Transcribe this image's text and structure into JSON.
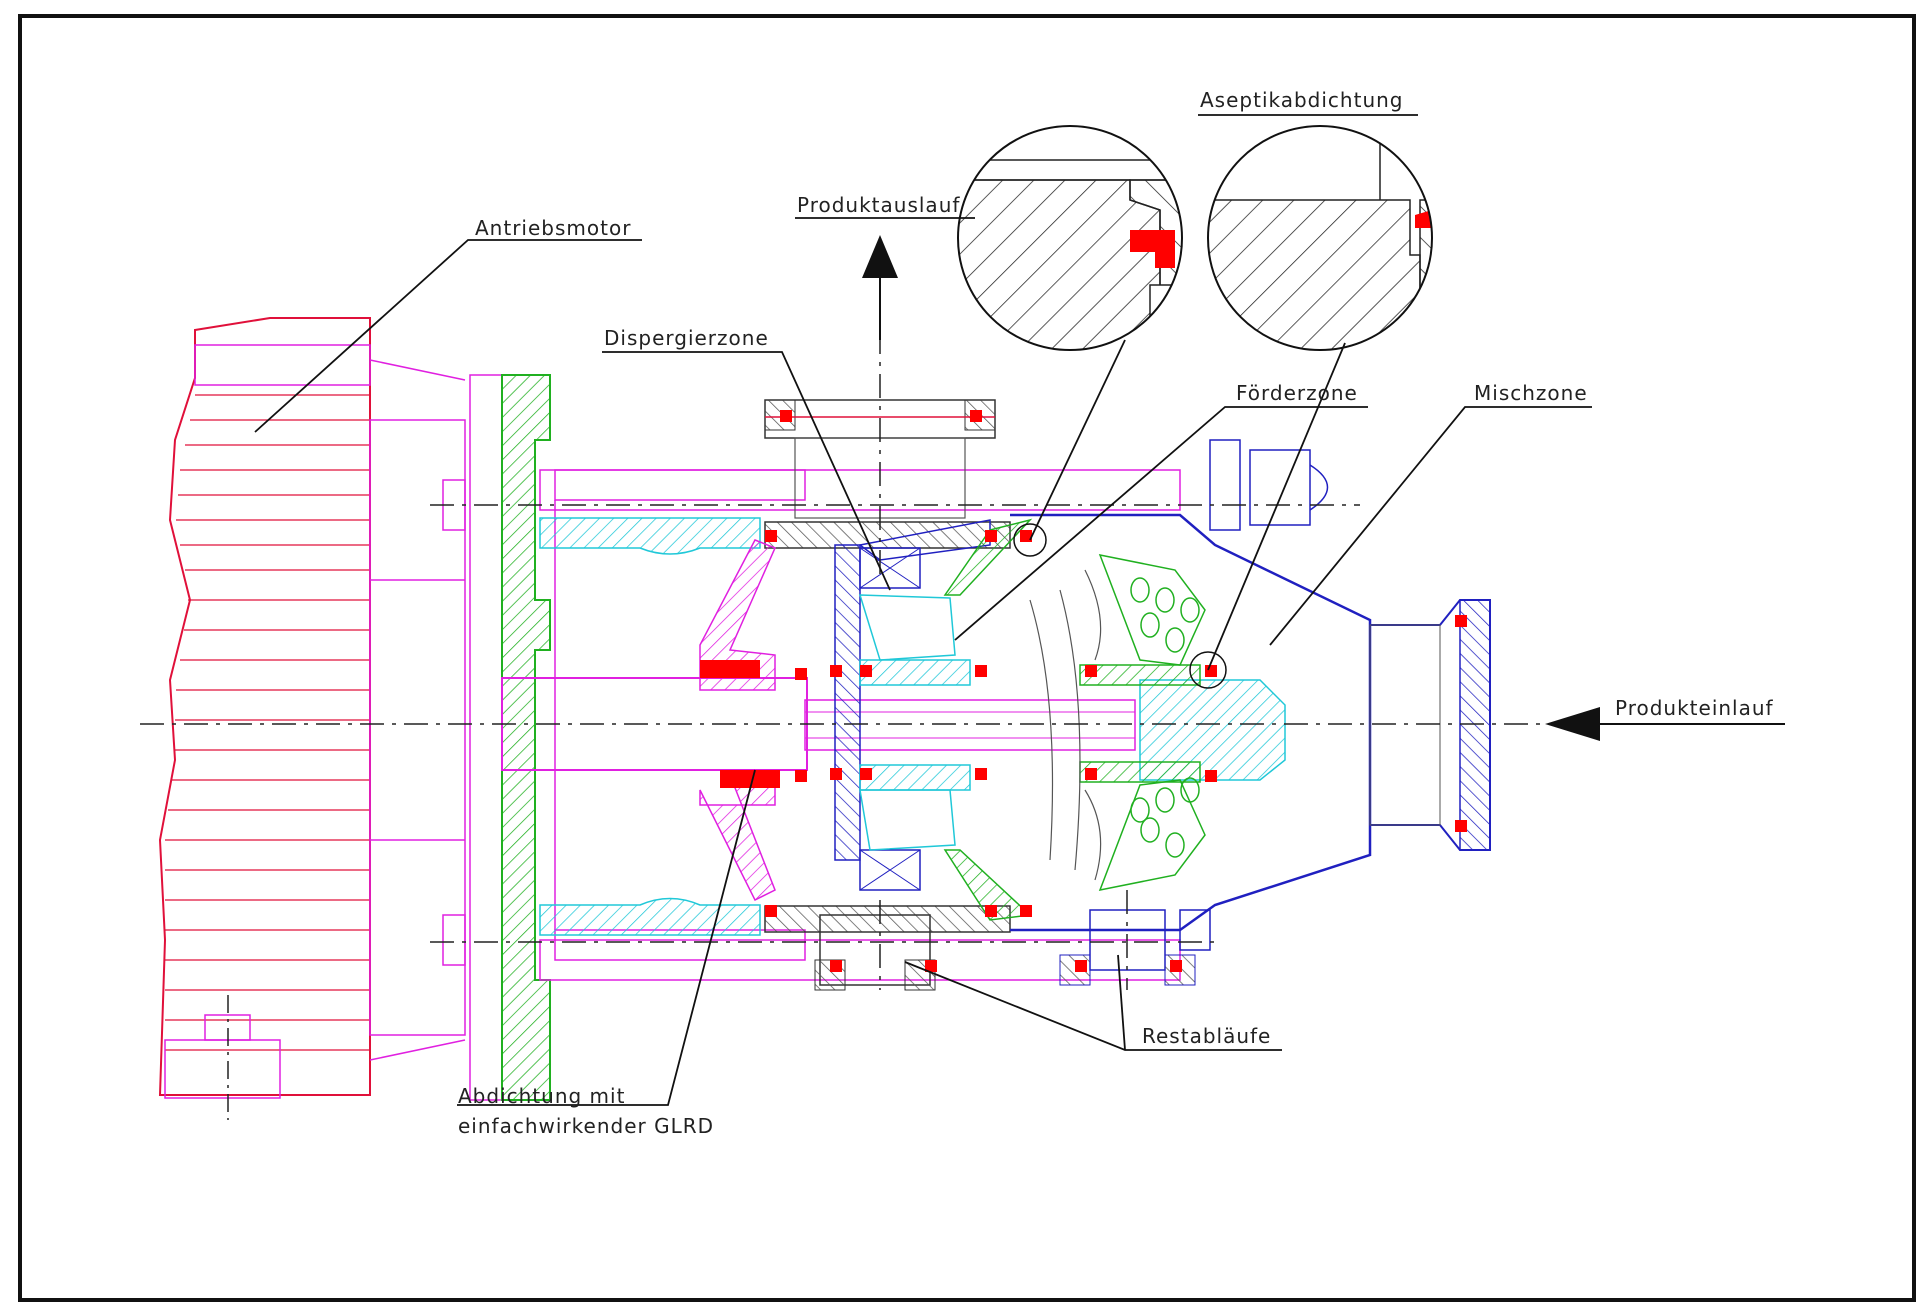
{
  "labels": {
    "aseptik": "Aseptikabdichtung",
    "produktauslauf": "Produktauslauf",
    "antriebsmotor": "Antriebsmotor",
    "dispergierzone": "Dispergierzone",
    "foerderzone": "Förderzone",
    "mischzone": "Mischzone",
    "produkteinlauf": "Produkteinlauf",
    "restablaeufe": "Restabläufe",
    "abdichtung_line1": "Abdichtung mit",
    "abdichtung_line2": "einfachwirkender GLRD"
  },
  "colors": {
    "frame": "#111111",
    "motor": "#e0103a",
    "housing": "#e020e0",
    "flange": "#20b020",
    "rotor": "#20c8d8",
    "stator": "#2020c0",
    "seal": "#ff0000",
    "hatch_grey": "#555555",
    "line": "#111111"
  }
}
